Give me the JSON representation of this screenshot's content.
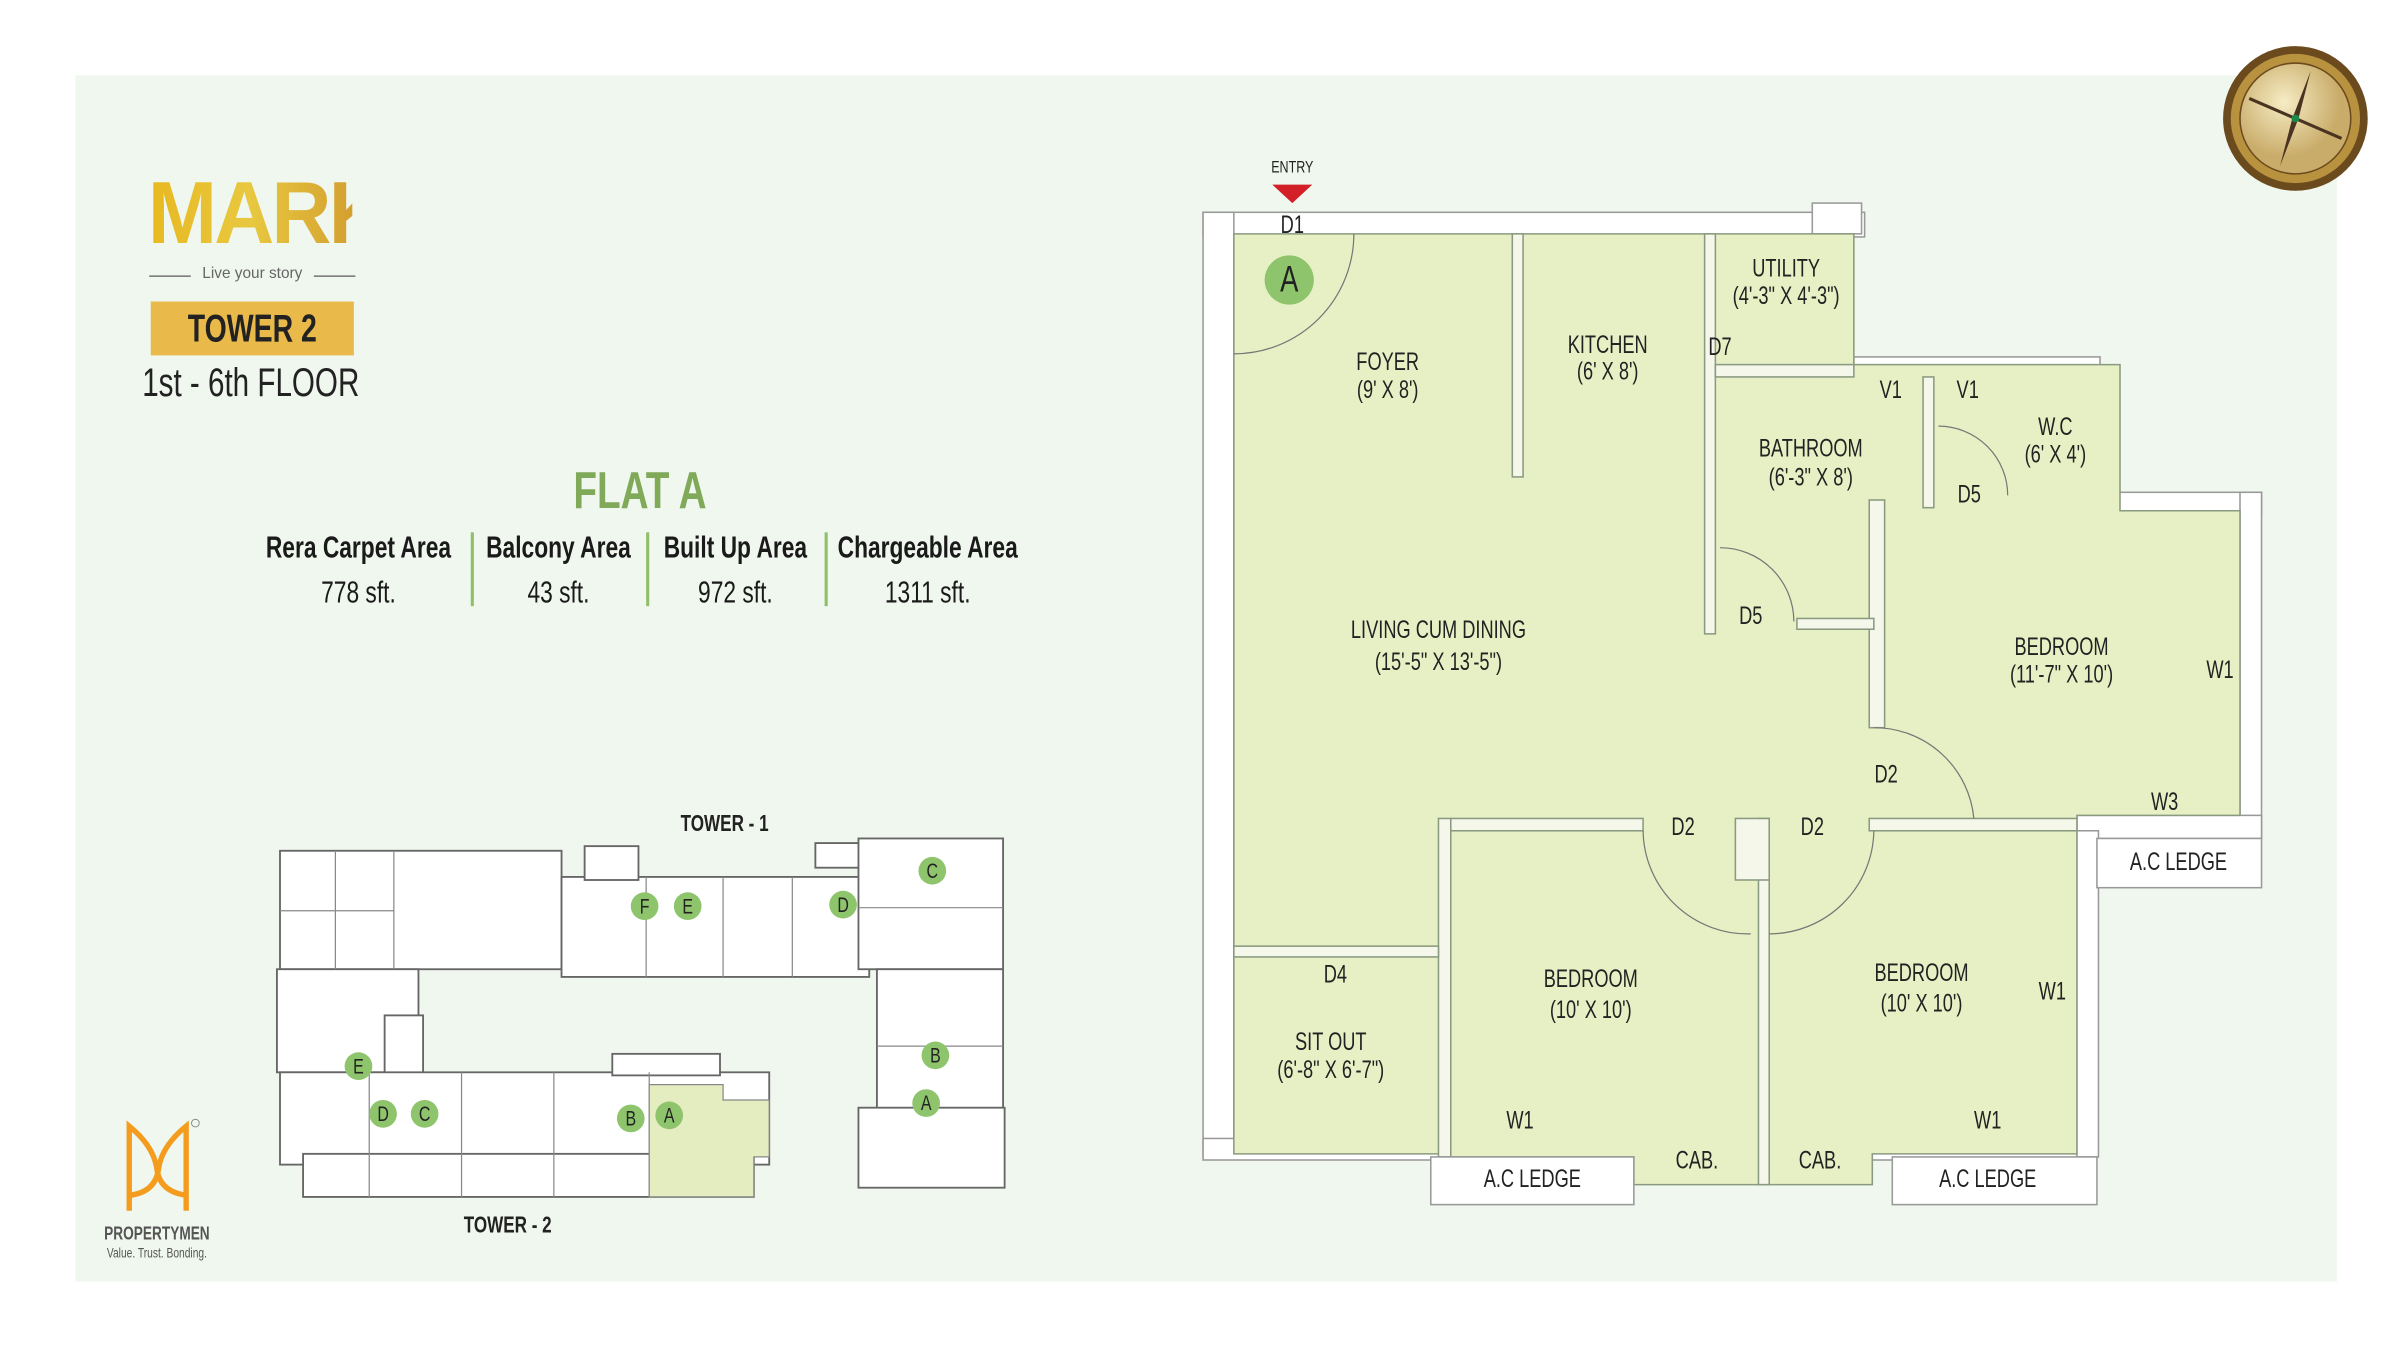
{
  "brand": {
    "logo_text": "MARK",
    "tagline": "Live your story",
    "colors": {
      "gold": "#e4b42a",
      "accent_green": "#80a95a",
      "floor_fill": "#e7f0c5"
    }
  },
  "tower": {
    "label": "TOWER 2",
    "floors": "1st - 6th FLOOR"
  },
  "flat": {
    "title": "FLAT A",
    "stats": [
      {
        "label": "Rera Carpet Area",
        "value": "778 sft."
      },
      {
        "label": "Balcony Area",
        "value": "43 sft."
      },
      {
        "label": "Built Up Area",
        "value": "972 sft."
      },
      {
        "label": "Chargeable Area",
        "value": "1311 sft."
      }
    ]
  },
  "key_plan": {
    "tower1_label": "TOWER - 1",
    "tower2_label": "TOWER - 2",
    "flat_markers": [
      "F",
      "E",
      "D",
      "C",
      "B",
      "A",
      "E",
      "D",
      "C",
      "B",
      "A"
    ]
  },
  "developer": {
    "name": "PROPERTYMEN",
    "tagline": "Value. Trust. Bonding."
  },
  "compass": {
    "icon": "compass-icon"
  },
  "floor_plan": {
    "entry": "ENTRY",
    "flat_marker": "A",
    "rooms": {
      "foyer": {
        "name": "FOYER",
        "size": "(9' X 8')"
      },
      "kitchen": {
        "name": "KITCHEN",
        "size": "(6' X 8')"
      },
      "utility": {
        "name": "UTILITY",
        "size": "(4'-3\" X 4'-3\")"
      },
      "bathroom": {
        "name": "BATHROOM",
        "size": "(6'-3\" X 8')"
      },
      "wc": {
        "name": "W.C",
        "size": "(6' X 4')"
      },
      "living": {
        "name": "LIVING CUM DINING",
        "size": "(15'-5\" X 13'-5\")"
      },
      "bedroom1": {
        "name": "BEDROOM",
        "size": "(11'-7\" X 10')"
      },
      "bedroom2": {
        "name": "BEDROOM",
        "size": "(10' X 10')"
      },
      "bedroom3": {
        "name": "BEDROOM",
        "size": "(10' X 10')"
      },
      "sitout": {
        "name": "SIT OUT",
        "size": "(6'-8\" X 6'-7\")"
      }
    },
    "tags": {
      "d1": "D1",
      "d7": "D7",
      "v1a": "V1",
      "v1b": "V1",
      "d5a": "D5",
      "d5b": "D5",
      "w1a": "W1",
      "d2a": "D2",
      "w3": "W3",
      "d2b": "D2",
      "d2c": "D2",
      "d4": "D4",
      "w1b": "W1",
      "w1c": "W1",
      "w1d": "W1",
      "cab1": "CAB.",
      "cab2": "CAB."
    },
    "ledges": [
      "A.C LEDGE",
      "A.C LEDGE",
      "A.C LEDGE"
    ]
  }
}
